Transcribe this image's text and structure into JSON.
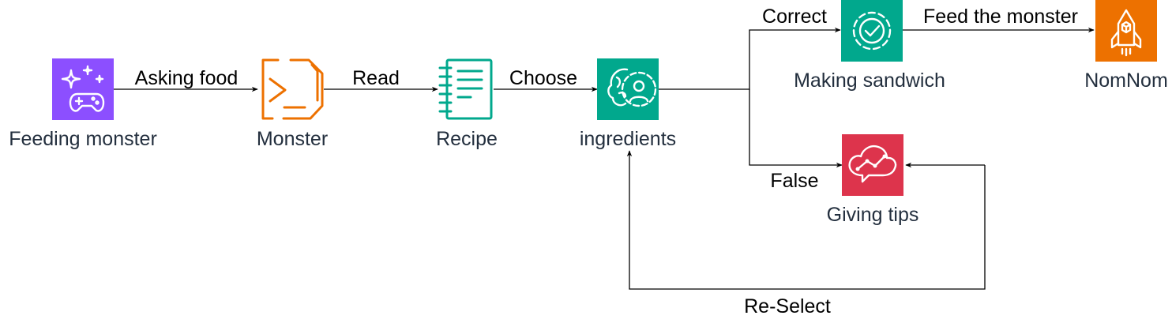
{
  "nodes": {
    "feeding_monster": {
      "label": "Feeding monster",
      "icon": "gamepad-sparkles-icon",
      "color": "#8c4fff"
    },
    "monster": {
      "label": "Monster",
      "icon": "terminal-icon",
      "color": "#ed7100"
    },
    "recipe": {
      "label": "Recipe",
      "icon": "notebook-icon",
      "color": "#01a88d"
    },
    "ingredients": {
      "label": "ingredients",
      "icon": "brain-gear-person-icon",
      "color": "#01a88d"
    },
    "making_sandwich": {
      "label": "Making sandwich",
      "icon": "gear-check-icon",
      "color": "#01a88d"
    },
    "giving_tips": {
      "label": "Giving tips",
      "icon": "cloud-chart-icon",
      "color": "#dd344c"
    },
    "nomnom": {
      "label": "NomNom",
      "icon": "rocket-icon",
      "color": "#ed7100"
    }
  },
  "edges": {
    "asking_food": "Asking food",
    "read": "Read",
    "choose": "Choose",
    "correct": "Correct",
    "false": "False",
    "feed_the_monster": "Feed the monster",
    "re_select": "Re-Select"
  }
}
